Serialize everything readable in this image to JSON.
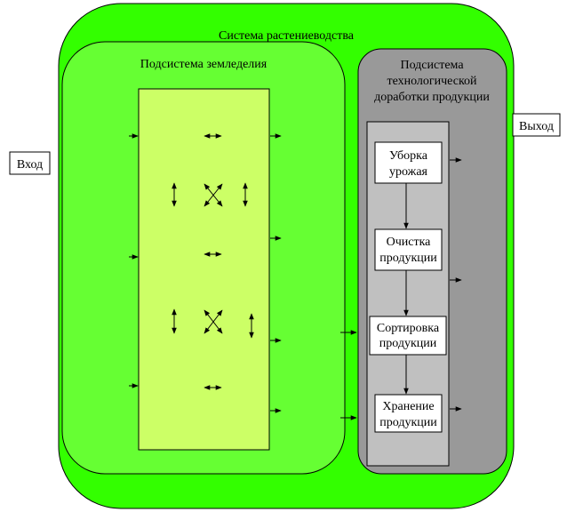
{
  "system": {
    "title": "Система растениеводства",
    "color": "#33ff00"
  },
  "farming": {
    "title": "Подсистема земледелия",
    "color": "#66ff33",
    "field_color": "#ccff66"
  },
  "processing": {
    "title_lines": [
      "Подсистема",
      "технологической",
      "доработки продукции"
    ],
    "color": "#999999",
    "panel_color": "#c0c0c0",
    "steps": [
      {
        "lines": [
          "Уборка",
          "урожая"
        ]
      },
      {
        "lines": [
          "Очистка",
          "продукции"
        ]
      },
      {
        "lines": [
          "Сортировка",
          "продукции"
        ]
      },
      {
        "lines": [
          "Хранение",
          "продукции"
        ]
      }
    ]
  },
  "input_label": "Вход",
  "output_label": "Выход"
}
